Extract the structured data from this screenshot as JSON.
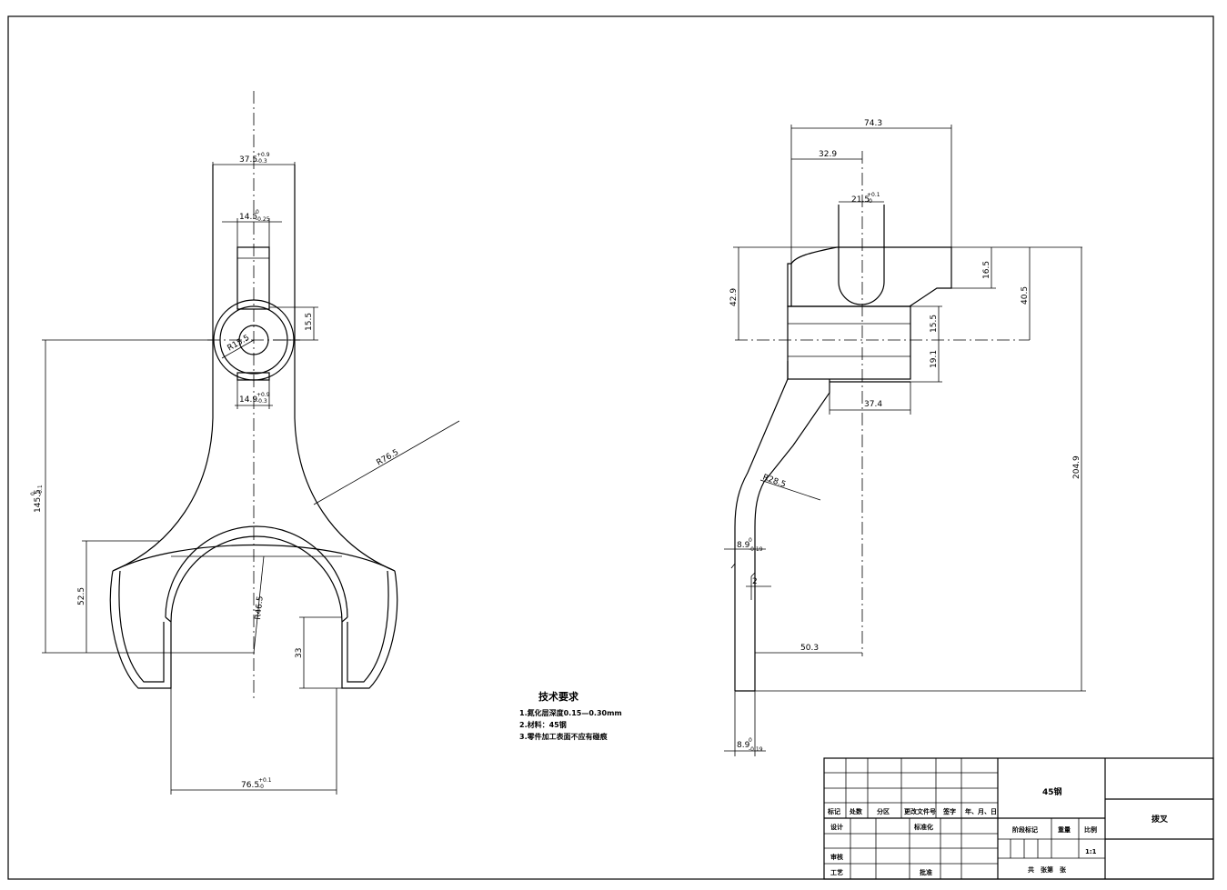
{
  "left_view": {
    "dims": {
      "top_width": "37.5",
      "top_width_tol_upper": "+0.9",
      "top_width_tol_lower": "-0.3",
      "slot_width": "14.5",
      "slot_width_tol_upper": "0",
      "slot_width_tol_lower": "-0.25",
      "boss_height": "15.5",
      "boss_radius": "R15.5",
      "bottom_slot": "14.9",
      "bottom_slot_tol_upper": "+0.9",
      "bottom_slot_tol_lower": "-0.3",
      "arm_radius": "R76.5",
      "height_total": "145.5",
      "height_total_tol_upper": "0",
      "height_total_tol_lower": "-0.1",
      "fork_height": "52.5",
      "fork_radius": "R46.5",
      "slot_depth": "33",
      "fork_width": "76.5",
      "fork_width_tol_upper": "+0.1",
      "fork_width_tol_lower": "-0"
    }
  },
  "right_view": {
    "dims": {
      "overall_width": "74.3",
      "offset": "32.9",
      "slot": "21.5",
      "slot_tol_upper": "+0.1",
      "slot_tol_lower": "-0",
      "left_height": "42.9",
      "lug_height": "16.5",
      "right_height": "40.5",
      "bore": "15.5",
      "lower": "19.1",
      "step": "37.4",
      "bend_radius": "R28.5",
      "thickness": "8.9",
      "thickness_tol_upper": "0",
      "thickness_tol_lower": "-0.19",
      "small": "2",
      "reach": "50.3",
      "total_height": "204.9"
    }
  },
  "tech_requirements": {
    "heading": "技术要求",
    "lines": [
      "1.氮化层深度0.15—0.30mm",
      "2.材料：45钢",
      "3.零件加工表面不应有碰痕"
    ]
  },
  "title_block": {
    "material": "45钢",
    "part_name": "拨叉",
    "header_cells": [
      "标记",
      "处数",
      "分区",
      "更改文件号",
      "签字",
      "年、月、日"
    ],
    "design": "设计",
    "standardize": "标准化",
    "stage_mark": "阶段标记",
    "weight": "重量",
    "scale": "比例",
    "scale_value": "1:1",
    "review": "审核",
    "process": "工艺",
    "approve": "批准",
    "sheets": "共　张第　张"
  }
}
